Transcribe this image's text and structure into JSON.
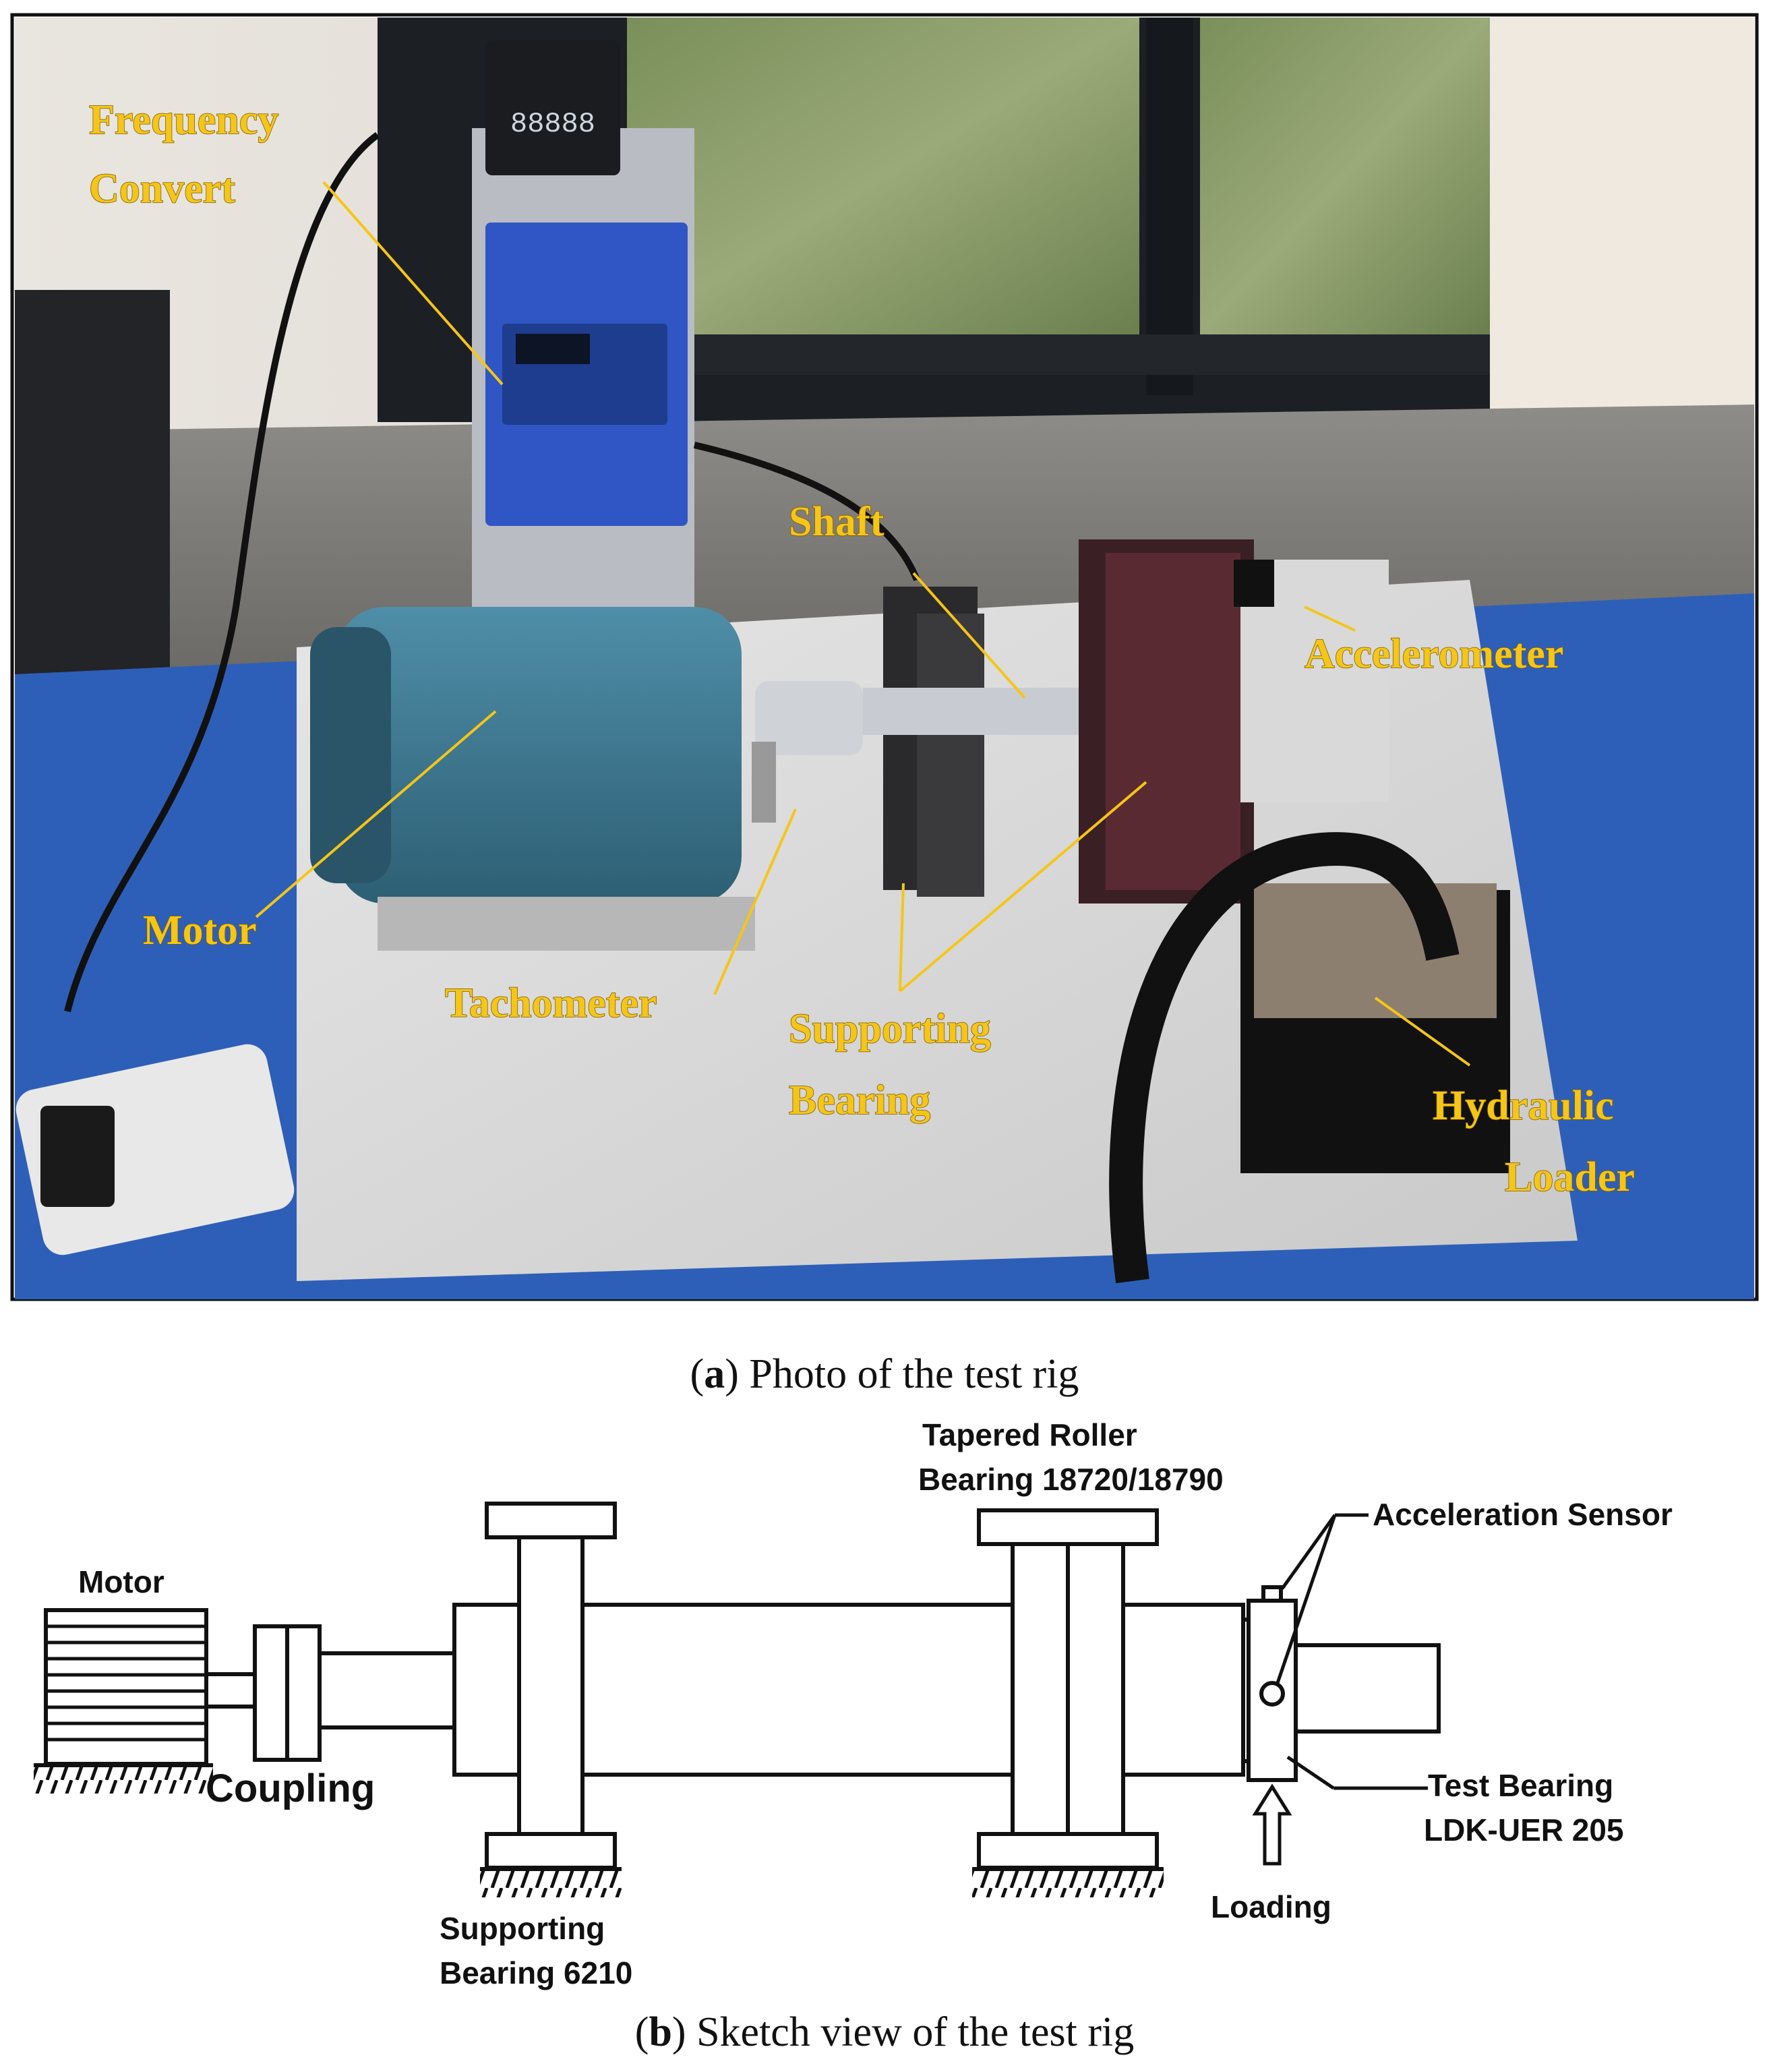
{
  "photo": {
    "labels": {
      "frequency_convert_1": "Frequency",
      "frequency_convert_2": "Convert",
      "shaft": "Shaft",
      "accelerometer": "Accelerometer",
      "motor": "Motor",
      "tachometer": "Tachometer",
      "supporting_bearing_1": "Supporting",
      "supporting_bearing_2": "Bearing",
      "hydraulic_loader_1": "Hydraulic",
      "hydraulic_loader_2": "Loader"
    },
    "display_text": "88888",
    "colors": {
      "label": "#f5c518",
      "bench": "#2e5fb8",
      "motor": "#3f7a94",
      "controller": "#2f56c4"
    }
  },
  "caption_a": {
    "letter": "a",
    "text": "Photo of the test rig"
  },
  "sketch": {
    "labels": {
      "motor": "Motor",
      "coupling": "Coupling",
      "tapered_1": "Tapered Roller",
      "tapered_2": "Bearing 18720/18790",
      "accel_sensor": "Acceleration Sensor",
      "test_bearing_1": "Test Bearing",
      "test_bearing_2": "LDK-UER 205",
      "loading": "Loading",
      "supporting_1": "Supporting",
      "supporting_2": "Bearing 6210"
    }
  },
  "caption_b": {
    "letter": "b",
    "text": "Sketch view of the test rig"
  }
}
